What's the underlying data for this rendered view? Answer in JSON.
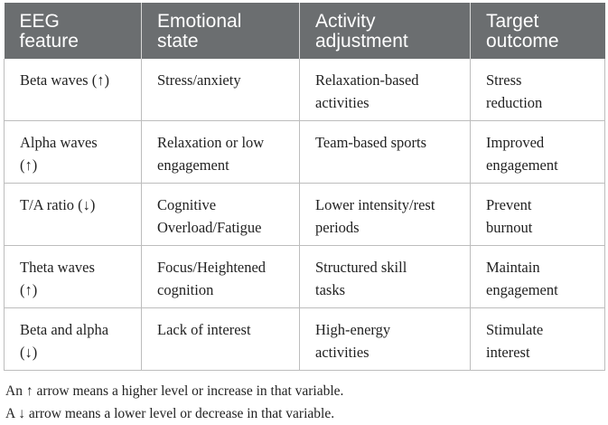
{
  "table": {
    "headers": [
      [
        "EEG",
        "feature"
      ],
      [
        "Emotional",
        "state"
      ],
      [
        "Activity",
        "adjustment"
      ],
      [
        "Target",
        "outcome"
      ]
    ],
    "rows": [
      [
        [
          "Beta waves (↑)"
        ],
        [
          "Stress/anxiety"
        ],
        [
          "Relaxation-based",
          "activities"
        ],
        [
          "Stress",
          "reduction"
        ]
      ],
      [
        [
          "Alpha waves",
          "(↑)"
        ],
        [
          "Relaxation or low",
          "engagement"
        ],
        [
          "Team-based sports"
        ],
        [
          "Improved",
          "engagement"
        ]
      ],
      [
        [
          "T/A ratio (↓)"
        ],
        [
          "Cognitive",
          "Overload/Fatigue"
        ],
        [
          "Lower intensity/rest",
          "periods"
        ],
        [
          "Prevent",
          "burnout"
        ]
      ],
      [
        [
          "Theta waves",
          "(↑)"
        ],
        [
          "Focus/Heightened",
          "cognition"
        ],
        [
          "Structured skill",
          "tasks"
        ],
        [
          "Maintain",
          "engagement"
        ]
      ],
      [
        [
          "Beta and alpha",
          "(↓)"
        ],
        [
          "Lack of interest"
        ],
        [
          "High-energy",
          "activities"
        ],
        [
          "Stimulate",
          "interest"
        ]
      ]
    ]
  },
  "notes": [
    "An ↑ arrow means a higher level or increase in that variable.",
    "A ↓ arrow means a lower level or decrease in that variable."
  ]
}
